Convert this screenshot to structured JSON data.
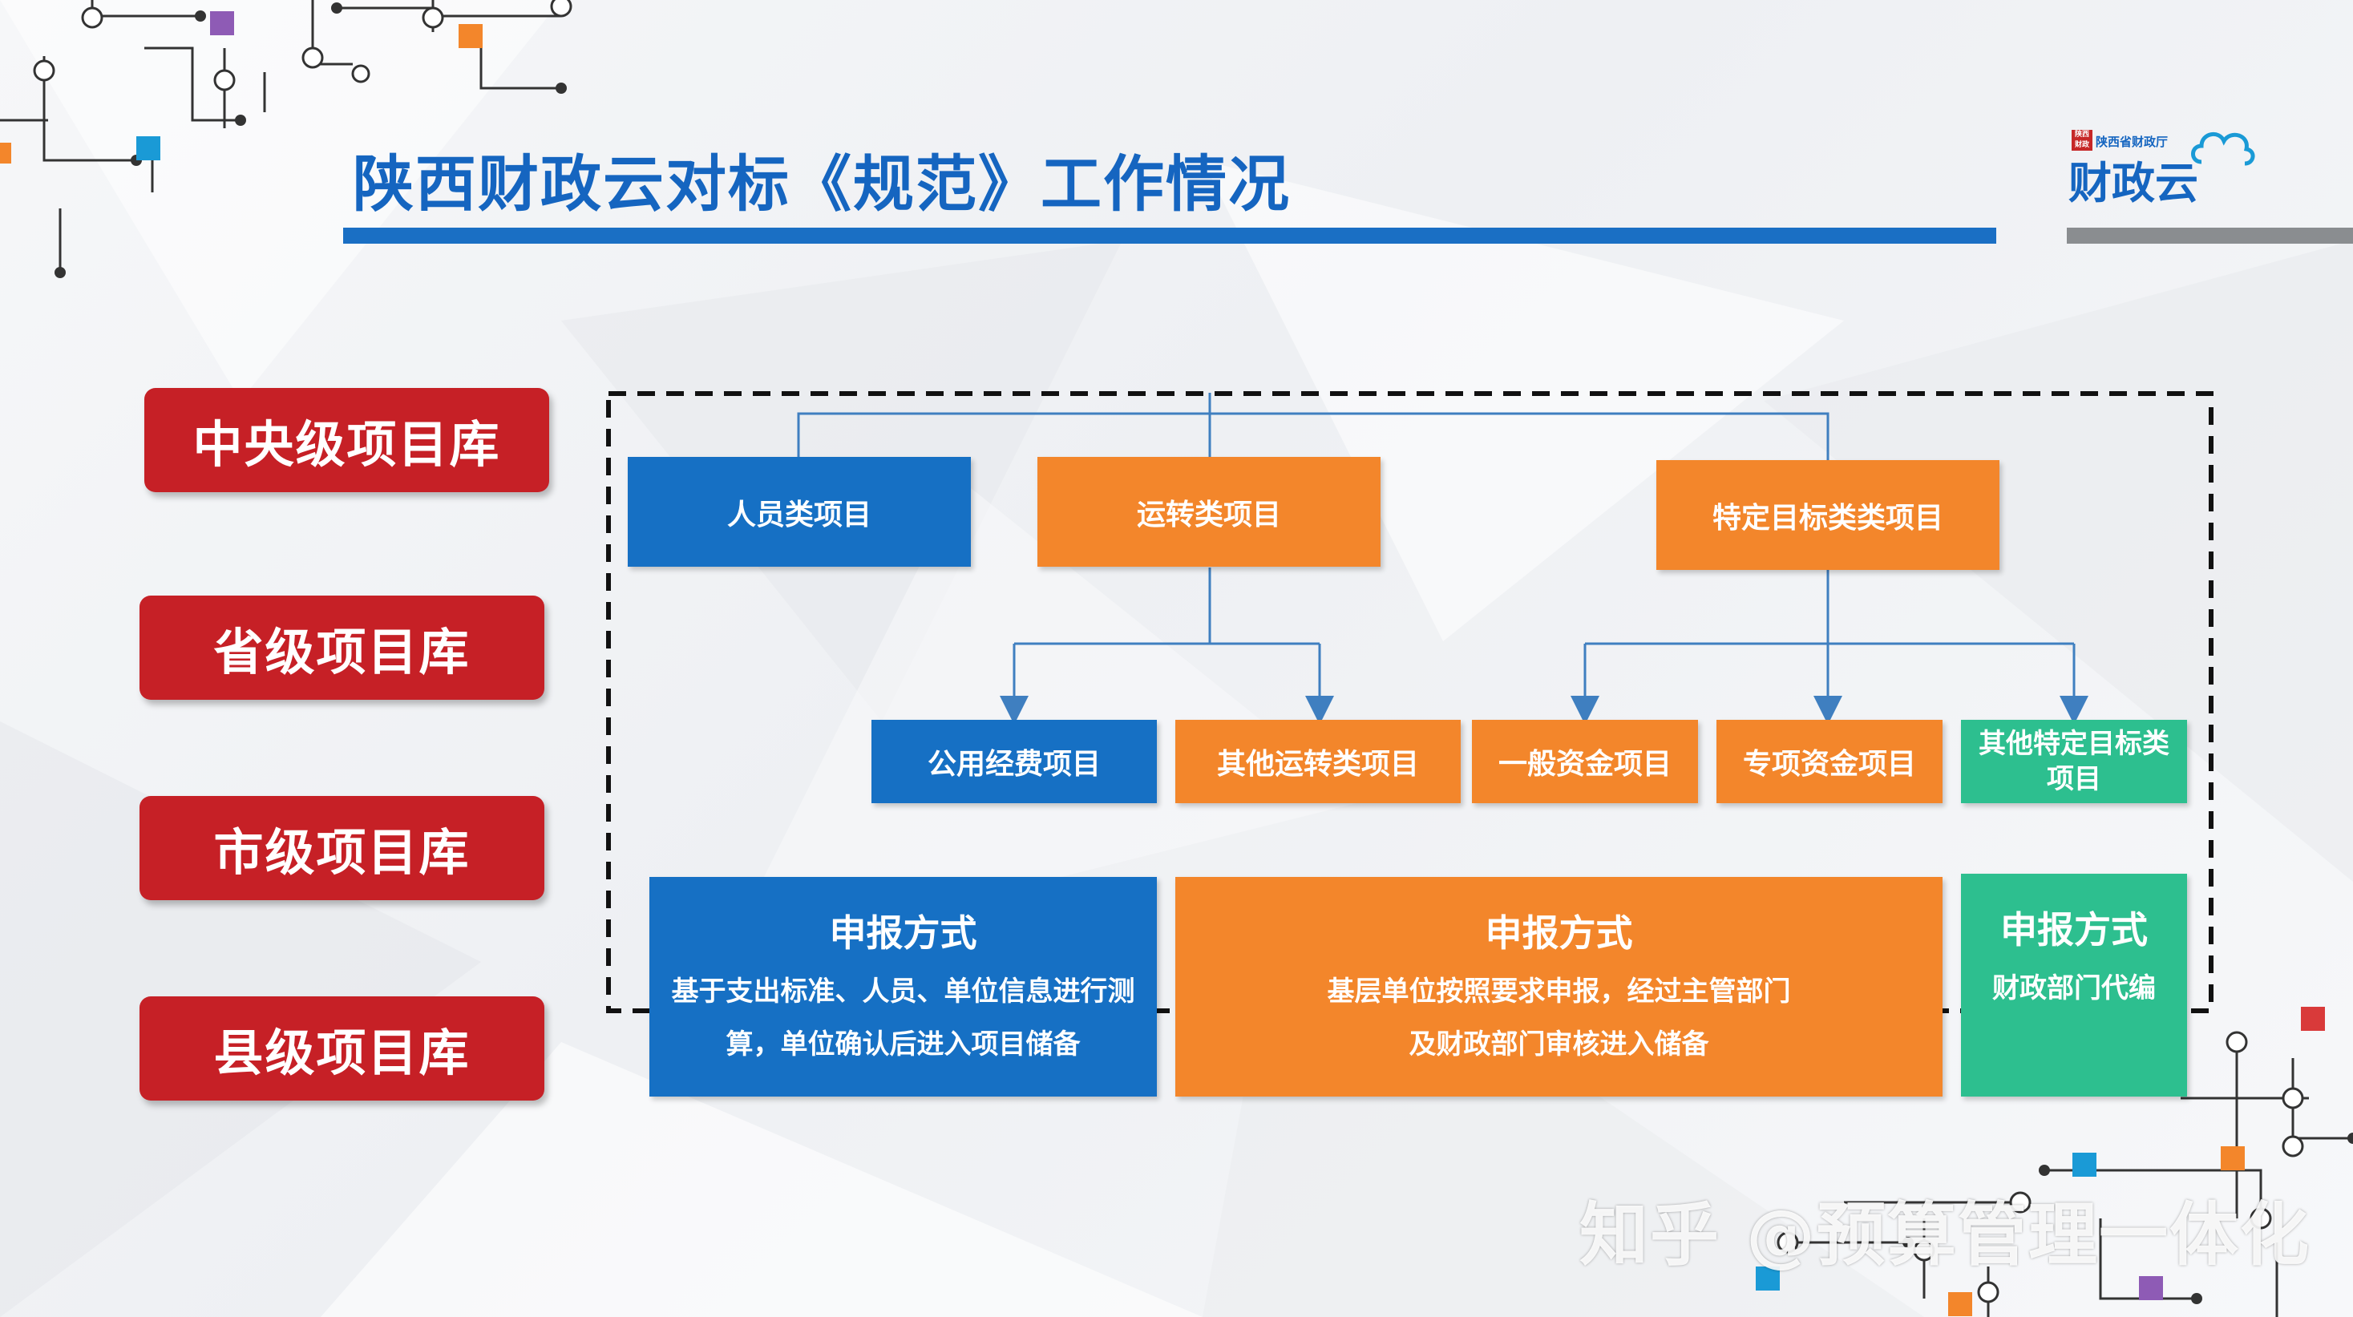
{
  "title": "陕西财政云对标《规范》工作情况",
  "logo": {
    "badge": "陕西财政",
    "small": "陕西省财政厅",
    "big": "财政云"
  },
  "libraries": [
    "中央级项目库",
    "省级项目库",
    "市级项目库",
    "县级项目库"
  ],
  "top_categories": [
    "人员类项目",
    "运转类项目",
    "特定目标类类项目"
  ],
  "sub_categories": [
    "公用经费项目",
    "其他运转类项目",
    "一般资金项目",
    "专项资金项目",
    "其他特定目标类项目"
  ],
  "methods": [
    {
      "title": "申报方式",
      "desc1": "基于支出标准、人员、单位信息进行测",
      "desc2": "算，单位确认后进入项目储备"
    },
    {
      "title": "申报方式",
      "desc1": "基层单位按照要求申报，经过主管部门",
      "desc2": "及财政部门审核进入储备"
    },
    {
      "title": "申报方式",
      "desc1": "财政部门代编",
      "desc2": ""
    }
  ],
  "watermark": "知乎 @预算管理一体化",
  "colors": {
    "blue": "#1670c4",
    "orange": "#f3862b",
    "green": "#2dbf8f",
    "red": "#c62026",
    "title": "#1565c0"
  }
}
